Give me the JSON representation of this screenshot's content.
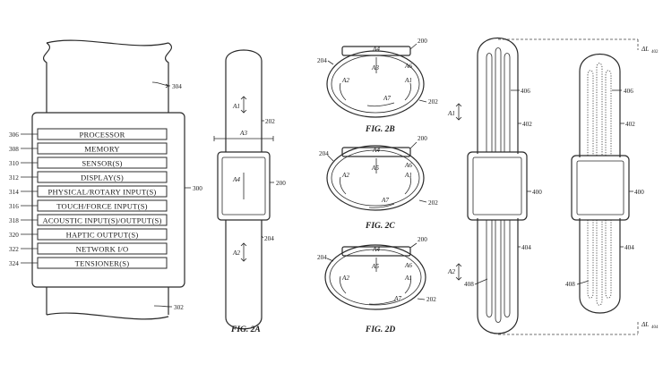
{
  "fig3": {
    "blocks": [
      {
        "ref": "306",
        "label": "PROCESSOR"
      },
      {
        "ref": "308",
        "label": "MEMORY"
      },
      {
        "ref": "310",
        "label": "SENSOR(S)"
      },
      {
        "ref": "312",
        "label": "DISPLAY(S)"
      },
      {
        "ref": "314",
        "label": "PHYSICAL/ROTARY INPUT(S)"
      },
      {
        "ref": "316",
        "label": "TOUCH/FORCE INPUT(S)"
      },
      {
        "ref": "318",
        "label": "ACOUSTIC INPUT(S)/OUTPUT(S)"
      },
      {
        "ref": "320",
        "label": "HAPTIC OUTPUT(S)"
      },
      {
        "ref": "322",
        "label": "NETWORK I/O"
      },
      {
        "ref": "324",
        "label": "TENSIONER(S)"
      }
    ],
    "ref_band_top": "304",
    "ref_housing": "300",
    "ref_band_bottom": "302"
  },
  "fig2a": {
    "caption": "FIG. 2A",
    "arrow_top": "A1",
    "span": "A3",
    "face": "A4",
    "arrow_bottom": "A2",
    "ref_band_top": "202",
    "ref_body": "200",
    "ref_band_bottom": "204"
  },
  "fig2b": {
    "caption": "FIG. 2B",
    "top": "A4",
    "mid": "A3",
    "left_label": "A2",
    "right_label": "A1",
    "right_upper": "A6",
    "bottom_arrow": "A7",
    "ref_body": "200",
    "ref_left": "204",
    "ref_right": "202"
  },
  "fig2c": {
    "caption": "FIG. 2C",
    "top": "A4",
    "mid": "A5",
    "left_label": "A2",
    "right_label": "A1",
    "right_upper": "A6",
    "bottom_arrow": "A7",
    "ref_body": "200",
    "ref_left": "204",
    "ref_right": "202"
  },
  "fig2d": {
    "caption": "FIG. 2D",
    "top": "A4",
    "mid": "A5",
    "left_label": "A2",
    "right_label": "A1",
    "right_upper": "A6",
    "bottom_arrow": "A7",
    "ref_body": "200",
    "ref_left": "204",
    "ref_right": "202"
  },
  "fig4": {
    "ref_406": "406",
    "ref_402": "402",
    "ref_400": "400",
    "ref_404": "404",
    "ref_408": "408",
    "arrow_top": "A1",
    "arrow_bottom": "A2",
    "delta_top": "ΔL",
    "delta_top_sub": "402",
    "delta_bottom": "ΔL",
    "delta_bottom_sub": "404"
  },
  "fig4b": {
    "ref_406": "406",
    "ref_402": "402",
    "ref_400": "400",
    "ref_404": "404",
    "ref_408": "408"
  }
}
